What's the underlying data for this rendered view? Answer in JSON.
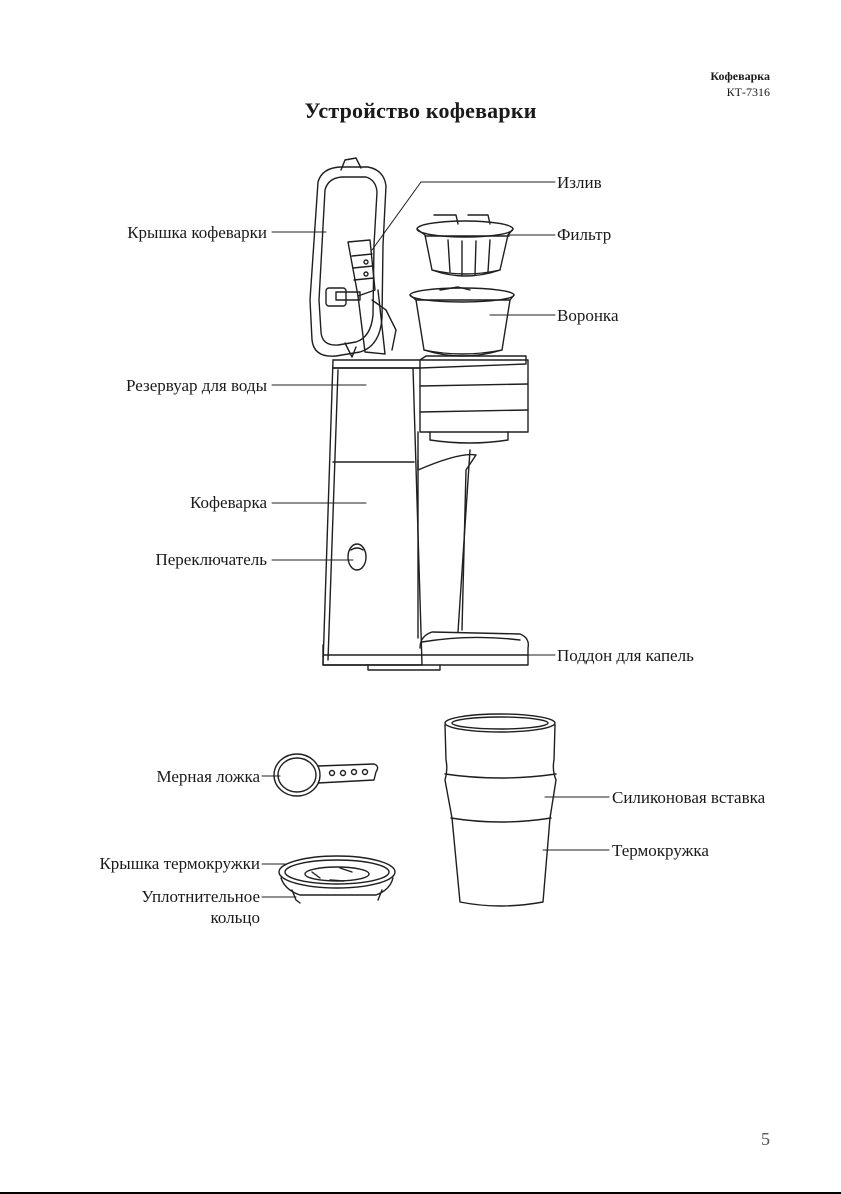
{
  "header": {
    "brand": "Кофеварка",
    "model": "КТ-7316"
  },
  "title": "Устройство кофеварки",
  "labels": {
    "spout": "Излив",
    "lid": "Крышка кофеварки",
    "filter": "Фильтр",
    "funnel": "Воронка",
    "reservoir": "Резервуар для воды",
    "body": "Кофеварка",
    "switch": "Переключатель",
    "drip_tray": "Поддон для капель",
    "scoop": "Мерная ложка",
    "sleeve": "Силиконовая вставка",
    "mug": "Термокружка",
    "mug_lid": "Крышка термокружки",
    "seal_line1": "Уплотнительное",
    "seal_line2": "кольцо"
  },
  "page_number": "5"
}
